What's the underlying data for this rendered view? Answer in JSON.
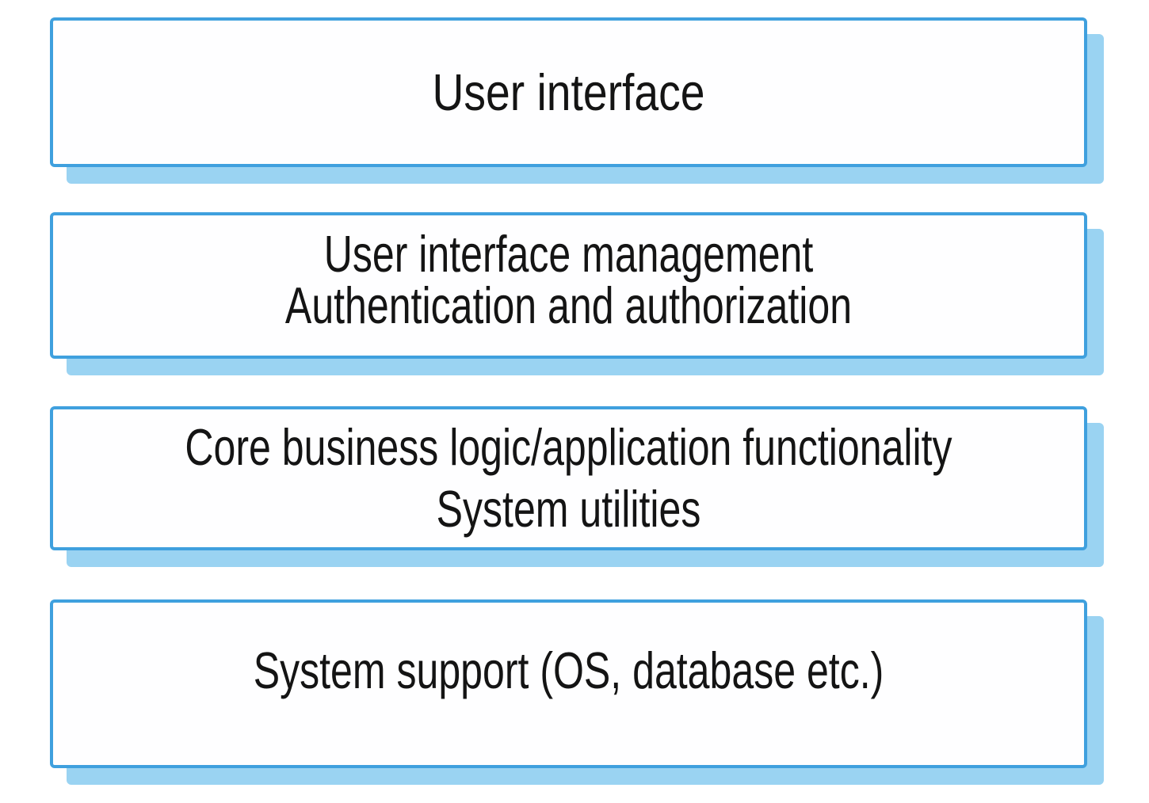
{
  "diagram": {
    "kind": "layered-architecture-stack",
    "colors": {
      "border": "#3fa0de",
      "shadow": "#9ad3f2",
      "fill": "#fefeff",
      "text": "#141414",
      "background": "#ffffff"
    },
    "layers": [
      {
        "name": "user-interface",
        "lines": [
          "User interface"
        ]
      },
      {
        "name": "ui-management-auth",
        "lines": [
          "User interface management",
          "Authentication and authorization"
        ]
      },
      {
        "name": "core-logic-utilities",
        "lines": [
          "Core business logic/application functionality",
          "System utilities"
        ]
      },
      {
        "name": "system-support",
        "lines": [
          "System support (OS, database etc.)"
        ]
      }
    ]
  }
}
